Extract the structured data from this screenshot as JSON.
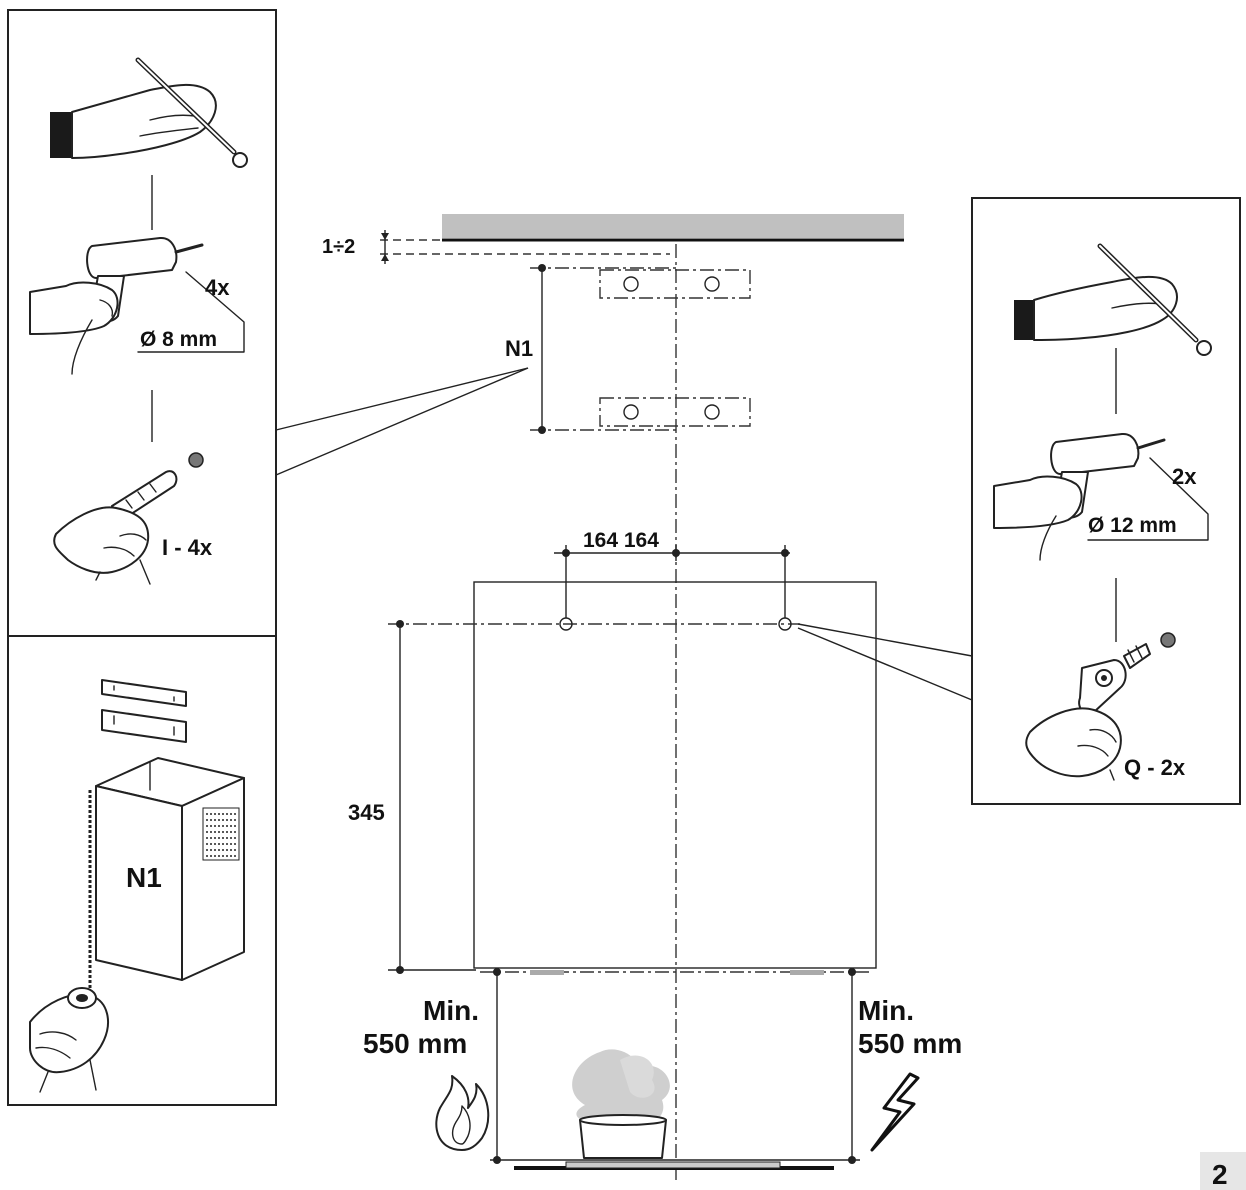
{
  "labels": {
    "gap": "1÷2",
    "n1_dim": "N1",
    "drill_count_left": "4x",
    "drill_diameter_left": "Ø 8 mm",
    "plug_count": "I - 4x",
    "n1_part": "N1",
    "spacing": "164 164",
    "height": "345",
    "drill_count_right": "2x",
    "drill_diameter_right": "Ø 12 mm",
    "screw_count": "Q - 2x",
    "min_left_line1": "Min.",
    "min_left_line2": "550 mm",
    "min_right_line1": "Min.",
    "min_right_line2": "550 mm",
    "page_number": "2"
  },
  "colors": {
    "line": "#222222",
    "ceiling": "#c0c0c0",
    "steam": "#cfcfcf",
    "glove_cuff": "#1a1a1a"
  },
  "icons": {
    "pencil_hand": "pencil-hand-icon",
    "drill_hand": "drill-hand-icon",
    "wall_plug_hand": "wall-plug-hand-icon",
    "bracket_screw_hand": "bracket-screw-hand-icon",
    "flame": "flame-icon",
    "lightning": "lightning-icon",
    "pot": "pot-icon",
    "chimney_part": "chimney-section-icon",
    "bracket": "bracket-icon"
  }
}
